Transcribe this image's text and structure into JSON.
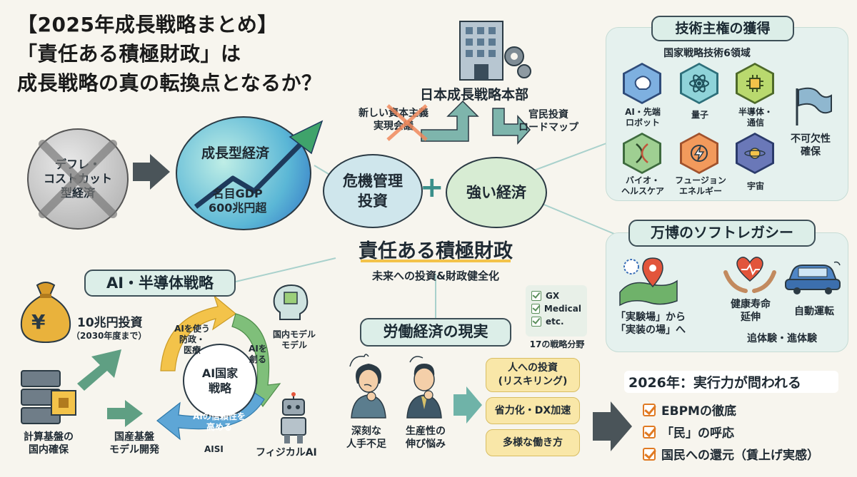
{
  "title": {
    "line1": "【2025年成長戦略まとめ】",
    "line2": "「責任ある積極財政」は",
    "line3": "成長戦略の真の転換点となるか？"
  },
  "top_left": {
    "deflation": [
      "デフレ・",
      "コストカット",
      "型経済"
    ],
    "growth_economy": "成長型経済",
    "gdp": [
      "名目GDP",
      "600兆円超"
    ]
  },
  "headquarters": {
    "name": "日本成長戦略本部",
    "old_council": [
      "新しい資本主義",
      "実現会議"
    ],
    "roadmap": [
      "官民投資",
      "ロードマップ"
    ]
  },
  "center": {
    "bubble_left": [
      "危機管理",
      "投資"
    ],
    "plus": "+",
    "bubble_right": "強い経済",
    "main": "責任ある積極財政",
    "sub": "未来への投資&財政健全化"
  },
  "tech": {
    "title": "技術主権の獲得",
    "subtitle": "国家戦略技術6領域",
    "items": [
      {
        "label": [
          "AI・先端",
          "ロボット"
        ],
        "icon": "ai-brain-icon"
      },
      {
        "label": [
          "量子"
        ],
        "icon": "atom-icon"
      },
      {
        "label": [
          "半導体・",
          "通信"
        ],
        "icon": "chip-icon"
      },
      {
        "label": [
          "バイオ・",
          "ヘルスケア"
        ],
        "icon": "dna-icon"
      },
      {
        "label": [
          "フュージョン",
          "エネルギー"
        ],
        "icon": "energy-icon"
      },
      {
        "label": [
          "宇宙"
        ],
        "icon": "planet-icon"
      }
    ],
    "flag_label": [
      "不可欠性",
      "確保"
    ]
  },
  "expo": {
    "title": "万博のソフトレガシー",
    "lab": [
      "「実験場」から",
      "「実装の場」へ"
    ],
    "health": [
      "健康寿命",
      "延伸"
    ],
    "auto": "自動運転",
    "bottom": "追体験・進体験"
  },
  "ai": {
    "title": "AI・半導体戦略",
    "investment": "10兆円投資",
    "investment_note": "（2030年度まで）",
    "yen": "¥",
    "cycle_center": [
      "AI国家",
      "戦略"
    ],
    "use": [
      "AIを使う",
      "防政・",
      "医療"
    ],
    "create": [
      "AIを",
      "創る"
    ],
    "trust": [
      "AIの信頼性を",
      "高める"
    ],
    "model": [
      "国内モデル",
      "モデル"
    ],
    "compute": [
      "計算基盤の",
      "国内確保"
    ],
    "domestic_model": [
      "国産基盤",
      "モデル開発"
    ],
    "aisi": "AISI",
    "physical": "フィジカルAI"
  },
  "labor": {
    "title": "労働経済の現実",
    "fields": [
      "GX",
      "Medical",
      "etc."
    ],
    "fields_caption": "17の戦略分野",
    "shortage": [
      "深刻な",
      "人手不足"
    ],
    "productivity": [
      "生産性の",
      "伸び悩み"
    ],
    "pills": [
      [
        "人への投資",
        "(リスキリング)"
      ],
      [
        "省力化・DX加速"
      ],
      [
        "多様な働き方"
      ]
    ]
  },
  "y2026": {
    "title": "2026年：実行力が問われる",
    "items": [
      "EBPMの徹底",
      "「民」の呼応",
      "国民への還元（賃上げ実感）"
    ]
  },
  "colors": {
    "panel": "#e5f1ee",
    "accent_teal": "#5fa79e",
    "arrow_gray": "#4a5459",
    "check_orange": "#e07a23",
    "pill_yellow": "#f9e7a8"
  }
}
